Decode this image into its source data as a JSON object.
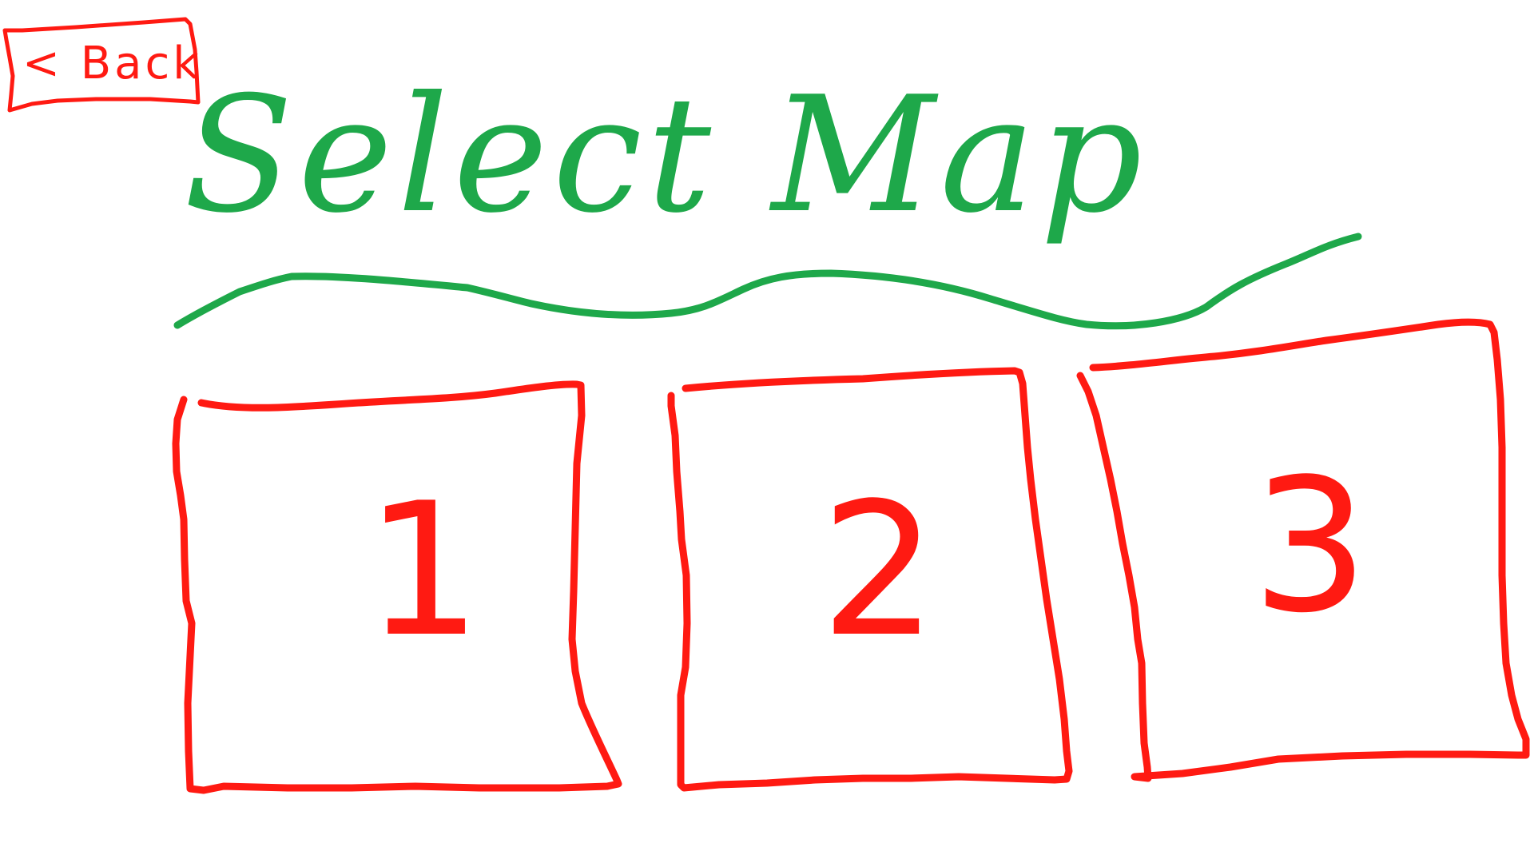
{
  "header": {
    "back_label": "< Back",
    "title": "Select Map"
  },
  "maps": [
    {
      "label": "1"
    },
    {
      "label": "2"
    },
    {
      "label": "3"
    }
  ],
  "colors": {
    "button_ink": "#ff1a12",
    "title_ink": "#1ea84a",
    "background": "#ffffff"
  }
}
